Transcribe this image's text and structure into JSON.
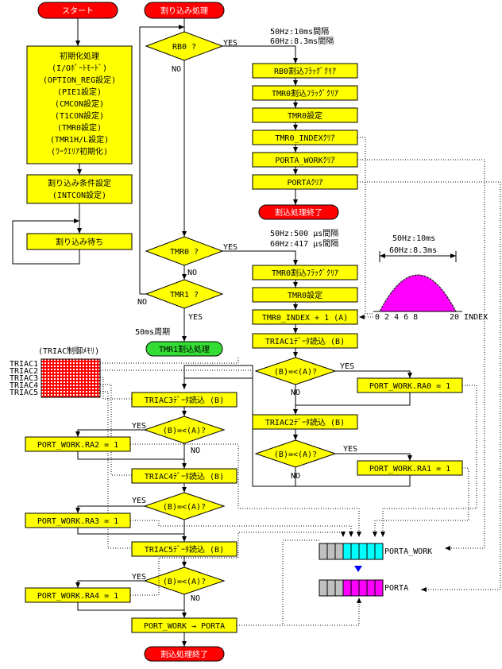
{
  "main": {
    "start": "スタート",
    "init": [
      "初期化処理",
      "(I/Oﾎﾟｰﾄﾓｰﾄﾞ)",
      "(OPTION_REG設定)",
      "(PIE1設定)",
      "(CMCON設定)",
      "(T1CON設定)",
      "(TMR0設定)",
      "(TMR1H/L設定)",
      "(ﾜｰｸｴﾘｱ初期化)"
    ],
    "intcond": [
      "割り込み条件設定",
      "(INTCON設定)"
    ],
    "wait": "割り込み待ち"
  },
  "isr": {
    "title": "割り込み処理",
    "rb0_q": "RB0 ?",
    "yes": "YES",
    "no": "NO",
    "rb0_note1": "50Hz:10ms間隔",
    "rb0_note2": "60Hz:8.3ms間隔",
    "rb0_steps": [
      "RB0割込ﾌﾗｯｸﾞｸﾘｱ",
      "TMR0割込ﾌﾗｯｸﾞｸﾘｱ",
      "TMR0設定",
      "TMR0_INDEXｸﾘｱ",
      "PORTA_WORKｸﾘｱ",
      "PORTAｸﾘｱ"
    ],
    "end": "割込処理終了",
    "tmr0_q": "TMR0 ?",
    "tmr0_note1": "50Hz:500 μs間隔",
    "tmr0_note2": "60Hz:417 μs間隔",
    "tmr0_steps": [
      "TMR0割込ﾌﾗｯｸﾞｸﾘｱ",
      "TMR0設定",
      "TMR0_INDEX + 1 (A)"
    ],
    "tmr1_q": "TMR1 ?",
    "period": "50ms周期",
    "tmr1_proc": "TMR1割込処理",
    "triac1_read": "TRIAC1ﾃﾞｰﾀ読込 (B)",
    "compare": "(B)=<(A)?",
    "ra0": "PORT_WORK.RA0 = 1",
    "triac2_read": "TRIAC2ﾃﾞｰﾀ読込 (B)",
    "ra1": "PORT_WORK.RA1 = 1",
    "triac3_read": "TRIAC3ﾃﾞｰﾀ読込 (B)",
    "ra2": "PORT_WORK.RA2 = 1",
    "triac4_read": "TRIAC4ﾃﾞｰﾀ読込 (B)",
    "ra3": "PORT_WORK.RA3 = 1",
    "triac5_read": "TRIAC5ﾃﾞｰﾀ読込 (B)",
    "ra4": "PORT_WORK.RA4 = 1",
    "out": "PORT_WORK → PORTA",
    "end2": "割込処理終了"
  },
  "memory": {
    "title": "(TRIAC制御ﾒﾓﾘ)",
    "labels": [
      "TRIAC1",
      "TRIAC2",
      "TRIAC3",
      "TRIAC4",
      "TRIAC5"
    ]
  },
  "wave": {
    "note1": "50Hz:10ms",
    "note2": "60Hz:8.3ms",
    "axis": "0 2 4 6 8",
    "end": "20 INDEX"
  },
  "registers": {
    "porta_work": "PORTA_WORK",
    "porta": "PORTA"
  },
  "colors": {
    "box": "#ffff00",
    "terminal": "#ff0000",
    "tmr1": "#33dd33",
    "wave": "#ff00ff",
    "porta_work_bits": "#00ffff",
    "porta_bits": "#ff00ff",
    "register_gray": "#c0c0c0",
    "arrow_blue": "#0000ff"
  }
}
